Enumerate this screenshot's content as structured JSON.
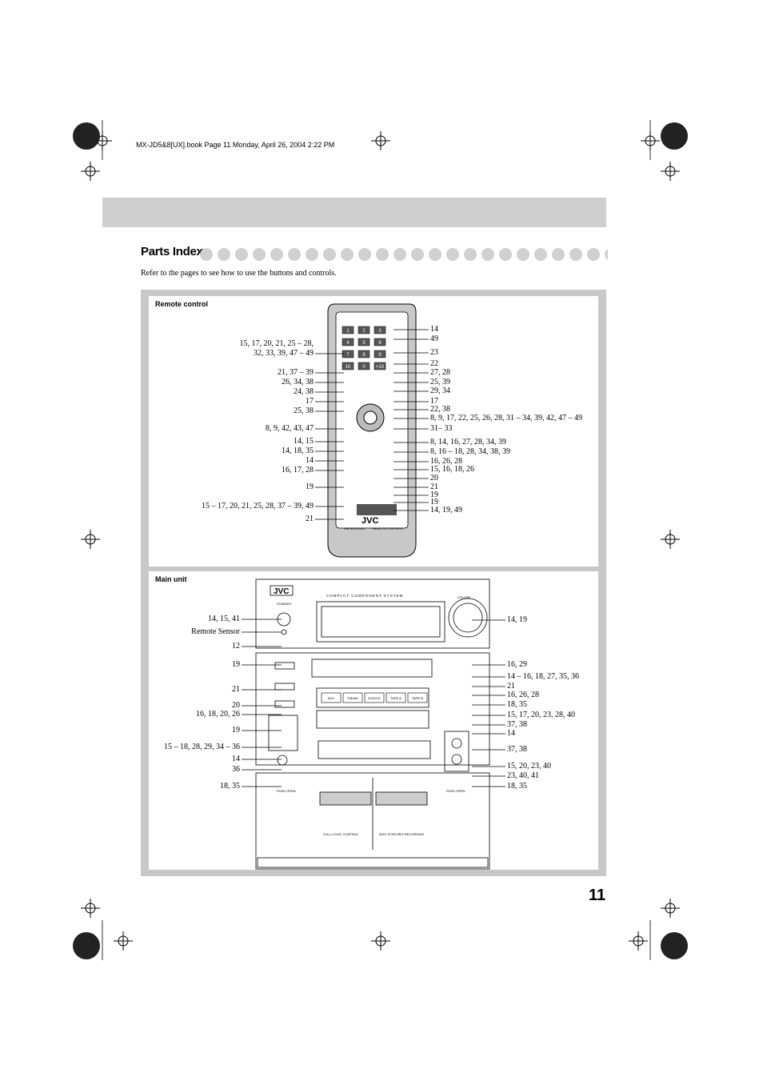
{
  "file_info": "MX-JD5&8[UX].book  Page 11  Monday, April 26, 2004  2:22 PM",
  "section_title": "Parts Index",
  "intro_text": "Refer to the pages to see how to use the buttons and controls.",
  "remote": {
    "panel_label": "Remote control",
    "brand": "JVC",
    "model": "RM-SMXJD5U",
    "remote_text": "REMOTE CONTROL",
    "keys": [
      "1",
      "2",
      "3",
      "4",
      "5",
      "6",
      "7",
      "8",
      "9",
      "10",
      "0",
      "+10"
    ],
    "labels_left": [
      "15, 17, 20, 21, 25 – 28,",
      "32, 33, 39, 47 – 49",
      "21, 37 – 39",
      "26, 34, 38",
      "24, 38",
      "17",
      "25, 38",
      "8, 9, 42, 43, 47",
      "14, 15",
      "14, 18, 35",
      "14",
      "16, 17, 28",
      "19",
      "15 – 17, 20, 21, 25, 28, 37 – 39, 49",
      "21"
    ],
    "labels_right": [
      "14",
      "49",
      "23",
      "22",
      "27, 28",
      "25, 39",
      "29, 34",
      "17",
      "22, 38",
      "8, 9, 17, 22, 25, 26, 28, 31 – 34, 39, 42, 47 – 49",
      "31– 33",
      "8, 14, 16, 27, 28, 34, 39",
      "8, 16 – 18, 28, 34, 38, 39",
      "16, 26, 28",
      "15, 16, 18, 26",
      "20",
      "21",
      "19",
      "19",
      "14, 19, 49"
    ]
  },
  "main_unit": {
    "panel_label": "Main unit",
    "brand": "JVC",
    "system_text": "COMPACT  COMPONENT  SYSTEM",
    "volume_text": "VOLUME",
    "standby_text": "STANDBY",
    "push_open_left": "PUSH OPEN",
    "push_open_right": "PUSH OPEN",
    "deck_a_text": "FULL-LOGIC CONTROL",
    "deck_b_text": "DISC SYNCHRO RECORDING",
    "source_buttons": [
      "AUX",
      "FM/AM",
      "DVD/CD",
      "TAPE A",
      "TAPE B"
    ],
    "labels_left": [
      "14, 15, 41",
      "Remote Sensor",
      "12",
      "19",
      "21",
      "20",
      "16, 18, 20, 26",
      "19",
      "15 – 18, 28, 29, 34 – 36",
      "14",
      "36",
      "18, 35"
    ],
    "labels_right": [
      "14, 19",
      "16, 29",
      "14 – 16, 18, 27, 35, 36",
      "21",
      "16, 26, 28",
      "18, 35",
      "15, 17, 20, 23, 28, 40",
      "37, 38",
      "14",
      "37, 38",
      "15, 20, 23, 40",
      "23, 40, 41",
      "18, 35"
    ]
  },
  "page_number": "11"
}
